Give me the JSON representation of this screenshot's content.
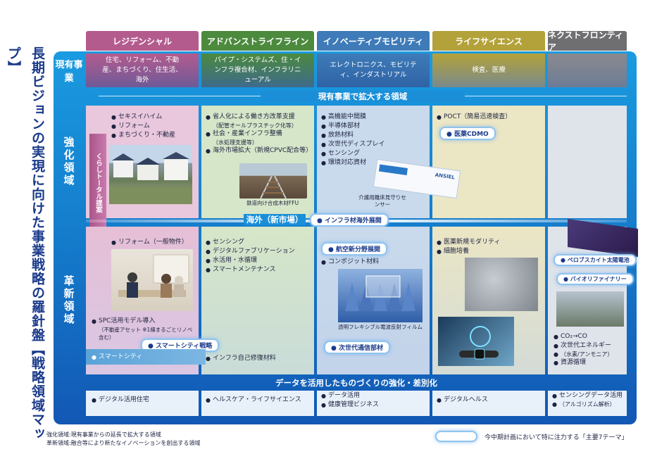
{
  "vertical_title": "長期ビジョンの実現に向けた事業戦略の羅針盤【戦略領域マップ】",
  "columns": [
    {
      "label": "レジデンシャル",
      "color": "#b45b8e"
    },
    {
      "label": "アドバンストライフライン",
      "color": "#4c8a3e"
    },
    {
      "label": "イノベーティブモビリティ",
      "color": "#3e7bb8"
    },
    {
      "label": "ライフサイエンス",
      "color": "#b3a23a"
    },
    {
      "label": "ネクストフロンティア",
      "color": "#6f6f72"
    }
  ],
  "rows": {
    "existing": "現有事業",
    "strengthen": "強化領域",
    "innovation": "革新領域"
  },
  "existing_cells": [
    "住宅、リフォーム、不動産、まちづくり、住生活、海外",
    "パイプ・システムズ、住・インフラ複合材、インフラリニューアル",
    "エレクトロニクス、モビリティ、インダストリアル",
    "検査、医療",
    ""
  ],
  "bands": {
    "expand": "現有事業で拡大する領域",
    "overseas": "海外（新市場）",
    "infra_overseas": "インフラ材海外展開",
    "data": "データを活用したものづくりの強化・差別化"
  },
  "strengthen_cells": {
    "residential": [
      "セキスイハイム",
      "リフォーム",
      "まちづくり・不動産"
    ],
    "lifeline": [
      {
        "text": "省人化による働き方改革支援",
        "sub": "（配管オールプラスチック化等）"
      },
      {
        "text": "社会・産業インフラ整備",
        "sub": "（水処理支援等）"
      },
      {
        "text": "海外市場拡大（新規CPVC配合等）",
        "sub": ""
      }
    ],
    "lifeline_caption": "鉄道向け合成木材FFU",
    "mobility": [
      "高機能中間膜",
      "半導体部材",
      "放熱材料",
      "次世代ディスプレイ",
      "センシング",
      "環境対応資材"
    ],
    "mobility_caption": "介護用離床見守りセンサー",
    "mobility_sensor_text": "ANSIEL",
    "life": [
      "POCT（簡易迅速検査）"
    ],
    "life_pill": "医薬CDMO",
    "kurashi": "くらしトータル提案"
  },
  "innovation_cells": {
    "residential": [
      "リフォーム（一般物件）"
    ],
    "residential_spc": "SPC活用モデル導入",
    "residential_spc_sub": "（不動産アセット ※1棟まるごとリノベ含む）",
    "residential_pill": "スマートシティ戦略",
    "residential_smart": "スマートシティ",
    "lifeline": [
      "センシング",
      "デジタルファブリケーション",
      "水活用・水循環",
      "スマートメンテナンス"
    ],
    "lifeline_self": "インフラ自己修復材料",
    "mobility_pill1": "航空新分野展開",
    "mobility": [
      "コンポジット材料"
    ],
    "mobility_caption": "透明フレキシブル電波反射フィルム",
    "mobility_pill2": "次世代通信部材",
    "life": [
      "医薬新規モダリティ",
      "細胞培養"
    ],
    "frontier_pill1": "ペロブスカイト太陽電池",
    "frontier_pill2": "バイオリファイナリー",
    "frontier_co2": "CO₂→CO",
    "frontier_energy": "次世代エネルギー",
    "frontier_energy_sub": "（水素/アンモニア）",
    "frontier_recycle": "資源循環"
  },
  "data_cells": [
    {
      "lines": [
        "デジタル活用住宅"
      ]
    },
    {
      "lines": [
        "ヘルスケア・ライフサイエンス"
      ]
    },
    {
      "lines": [
        "データ活用",
        "健康管理ビジネス"
      ]
    },
    {
      "lines": [
        "デジタルヘルス"
      ]
    },
    {
      "lines": [
        "センシングデータ活用",
        "（アルゴリズム解析）"
      ]
    }
  ],
  "footnotes": [
    "強化領域:現有事業からの延長で拡大する領域",
    "革新領域:融合等により新たなイノベーションを創出する領域"
  ],
  "legend_label": "今中期計画において特に注力する「主要7テーマ」"
}
